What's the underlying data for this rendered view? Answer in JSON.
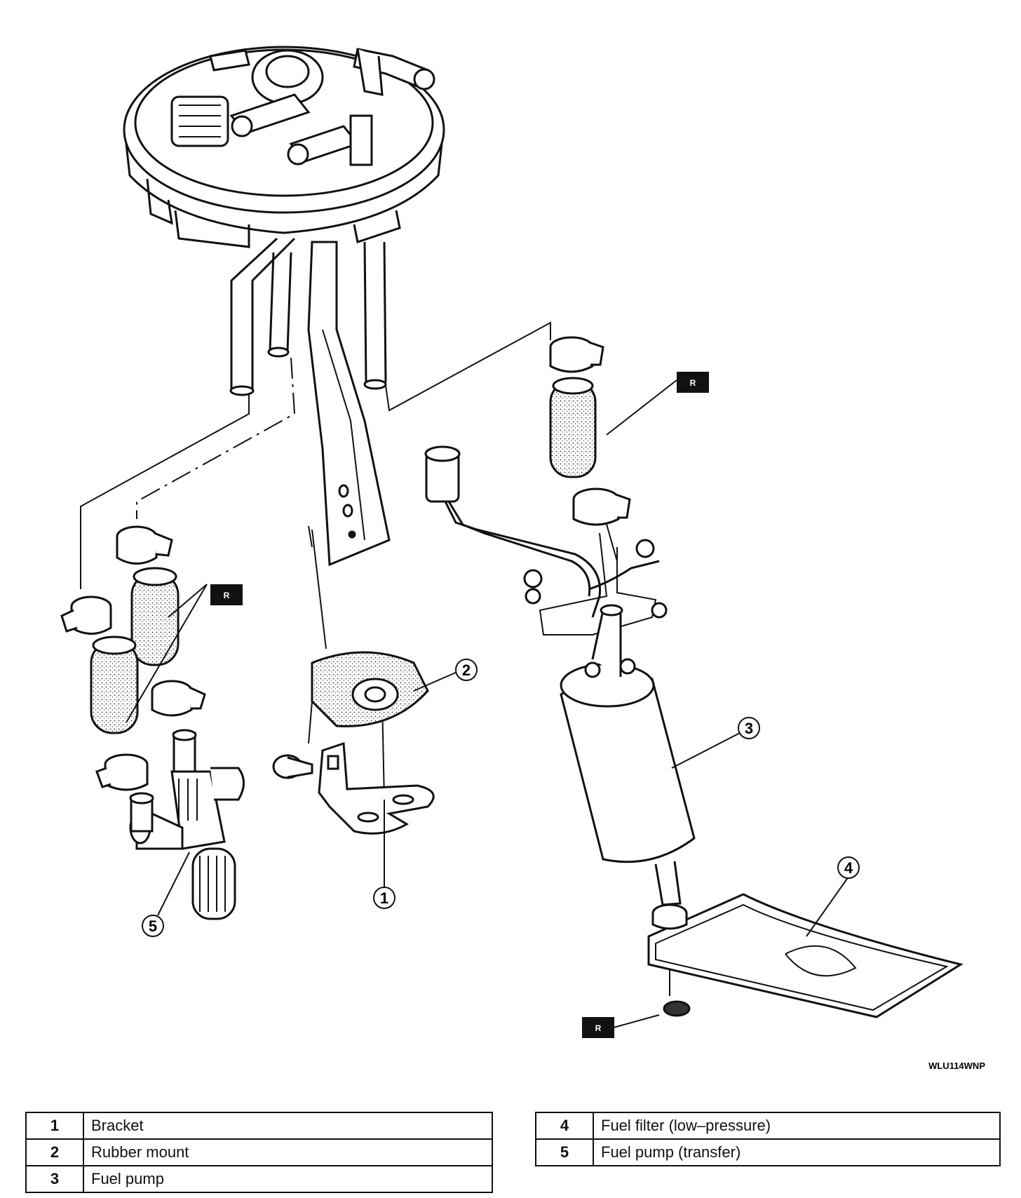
{
  "diagram": {
    "callouts": [
      "1",
      "2",
      "3",
      "4",
      "5"
    ],
    "replace_badge": "R",
    "figure_code": "WLU114WNP"
  },
  "legend": {
    "left": [
      {
        "num": "1",
        "label": "Bracket"
      },
      {
        "num": "2",
        "label": "Rubber mount"
      },
      {
        "num": "3",
        "label": "Fuel pump"
      }
    ],
    "right": [
      {
        "num": "4",
        "label": "Fuel filter (low–pressure)"
      },
      {
        "num": "5",
        "label": "Fuel pump (transfer)"
      }
    ]
  }
}
